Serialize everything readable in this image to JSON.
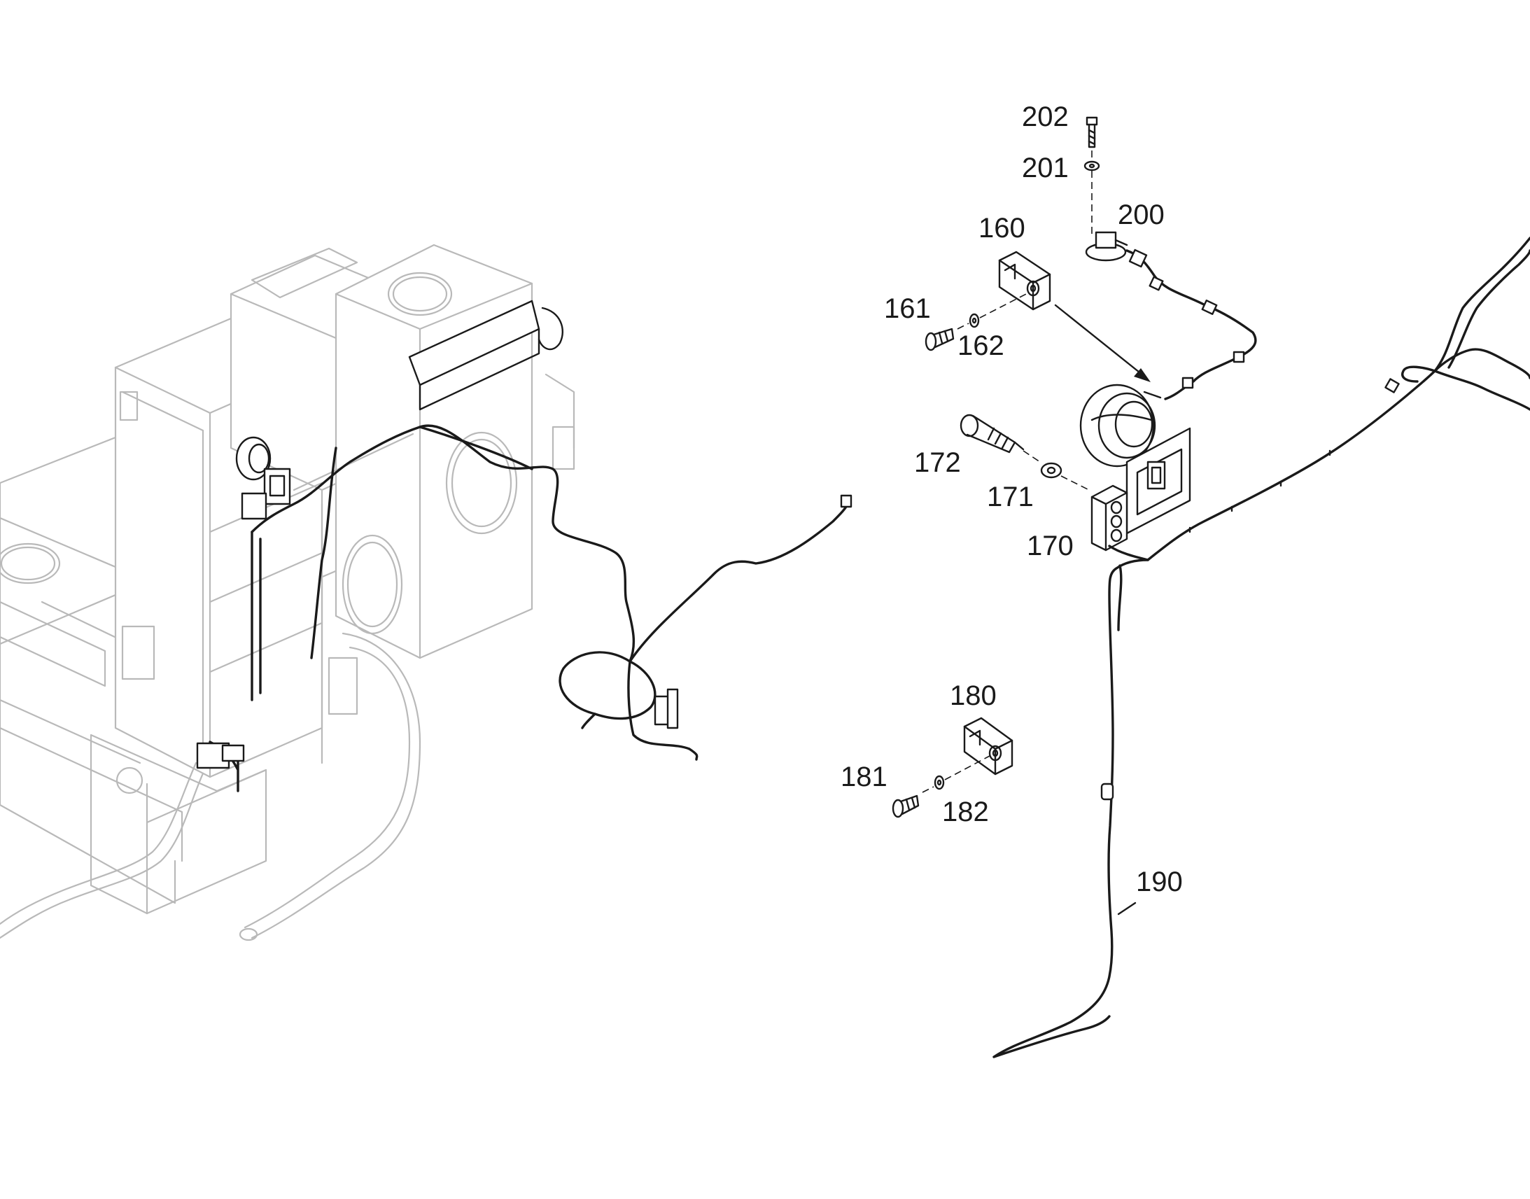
{
  "callouts": {
    "c160": "160",
    "c161": "161",
    "c162": "162",
    "c170": "170",
    "c171": "171",
    "c172": "172",
    "c180": "180",
    "c181": "181",
    "c182": "182",
    "c190": "190",
    "c200": "200",
    "c201": "201",
    "c202": "202"
  },
  "colors": {
    "background": "#ffffff",
    "context_linework": "#b9b9b9",
    "part_linework": "#1a1a1a"
  }
}
